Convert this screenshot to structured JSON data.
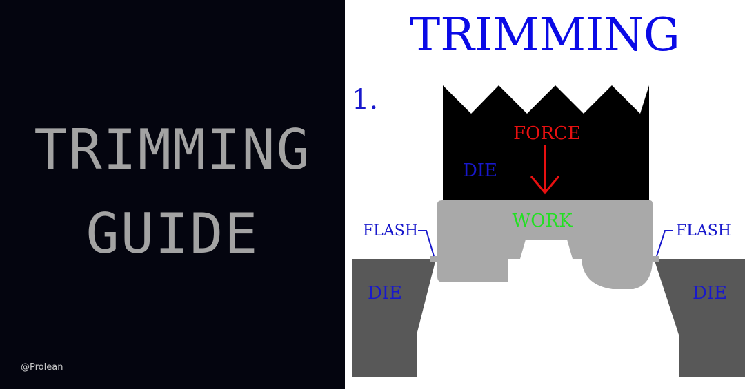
{
  "cover": {
    "title_line1": "TRIMMING",
    "title_line2": "GUIDE",
    "watermark": "@Prolean",
    "background_color": "#04050f",
    "text_color": "#a3a3a3"
  },
  "diagram": {
    "title": "TRIMMING",
    "step_number": "1.",
    "labels": {
      "force": "FORCE",
      "upper_die": "DIE",
      "work": "WORK",
      "flash_left": "FLASH",
      "flash_right": "FLASH",
      "lower_die_left": "DIE",
      "lower_die_right": "DIE"
    },
    "colors": {
      "title": "#0a0ae6",
      "labels": "#1818cc",
      "force": "#e81010",
      "work": "#22e022",
      "upper_die": "#000000",
      "workpiece": "#a9a9a9",
      "lower_die": "#585858"
    }
  }
}
